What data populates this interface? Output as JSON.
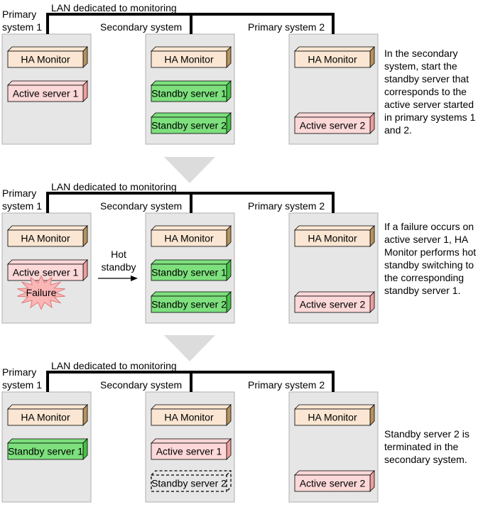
{
  "colors": {
    "system_box": "#e6e6e6",
    "ha_monitor_fill": "#fae6d2",
    "ha_monitor_side": "#b8925e",
    "active_fill": "#fcd8d8",
    "active_side": "#ee9e9e",
    "standby_fill": "#7de07d",
    "standby_side": "#47c247",
    "failure_fill": "#fbb6b6",
    "arrow_gray": "#dcdcdc"
  },
  "panels": [
    {
      "lan_label": "LAN dedicated to monitoring",
      "primary1_label": [
        "Primary",
        "system 1"
      ],
      "secondary_label": "Secondary system",
      "primary2_label": "Primary system 2",
      "p1_servers": [
        {
          "label": "HA Monitor",
          "kind": "ha",
          "icon": "ha-monitor-box-icon"
        },
        {
          "label": "Active server 1",
          "kind": "active",
          "icon": "active-server-box-icon"
        }
      ],
      "sec_servers": [
        {
          "label": "HA Monitor",
          "kind": "ha",
          "icon": "ha-monitor-box-icon"
        },
        {
          "label": "Standby server 1",
          "kind": "standby",
          "icon": "standby-server-box-icon"
        },
        {
          "label": "Standby server 2",
          "kind": "standby",
          "icon": "standby-server-box-icon"
        }
      ],
      "p2_servers": [
        {
          "label": "HA Monitor",
          "kind": "ha",
          "icon": "ha-monitor-box-icon"
        },
        {
          "label": "Active server 2",
          "kind": "active",
          "icon": "active-server-box-icon"
        }
      ],
      "description": "In the secondary\nsystem, start the\nstandby server that\ncorresponds to the\nactive server started\nin primary systems 1\nand 2."
    },
    {
      "lan_label": "LAN dedicated to monitoring",
      "primary1_label": [
        "Primary",
        "system 1"
      ],
      "secondary_label": "Secondary system",
      "primary2_label": "Primary system 2",
      "p1_servers": [
        {
          "label": "HA Monitor",
          "kind": "ha",
          "icon": "ha-monitor-box-icon"
        },
        {
          "label": "Active server 1",
          "kind": "active",
          "icon": "active-server-box-icon"
        }
      ],
      "sec_servers": [
        {
          "label": "HA Monitor",
          "kind": "ha",
          "icon": "ha-monitor-box-icon"
        },
        {
          "label": "Standby server 1",
          "kind": "standby",
          "icon": "standby-server-box-icon"
        },
        {
          "label": "Standby server 2",
          "kind": "standby",
          "icon": "standby-server-box-icon"
        }
      ],
      "p2_servers": [
        {
          "label": "HA Monitor",
          "kind": "ha",
          "icon": "ha-monitor-box-icon"
        },
        {
          "label": "Active server 2",
          "kind": "active",
          "icon": "active-server-box-icon"
        }
      ],
      "failure_label": "Failure",
      "hot_standby_label": [
        "Hot",
        "standby"
      ],
      "description": "If a failure occurs on\nactive server 1, HA\nMonitor performs hot\nstandby switching to\nthe corresponding\nstandby server 1."
    },
    {
      "lan_label": "LAN dedicated to monitoring",
      "primary1_label": [
        "Primary",
        "system 1"
      ],
      "secondary_label": "Secondary system",
      "primary2_label": "Primary system 2",
      "p1_servers": [
        {
          "label": "HA Monitor",
          "kind": "ha",
          "icon": "ha-monitor-box-icon"
        },
        {
          "label": "Standby server 1",
          "kind": "standby",
          "icon": "standby-server-box-icon"
        }
      ],
      "sec_servers": [
        {
          "label": "HA Monitor",
          "kind": "ha",
          "icon": "ha-monitor-box-icon"
        },
        {
          "label": "Active server 1",
          "kind": "active",
          "icon": "active-server-box-icon"
        },
        {
          "label": "Standby server 2",
          "kind": "terminated",
          "icon": "terminated-server-box-icon"
        }
      ],
      "p2_servers": [
        {
          "label": "HA Monitor",
          "kind": "ha",
          "icon": "ha-monitor-box-icon"
        },
        {
          "label": "Active server 2",
          "kind": "active",
          "icon": "active-server-box-icon"
        }
      ],
      "description": "Standby server 2 is\nterminated in the\nsecondary system."
    }
  ]
}
